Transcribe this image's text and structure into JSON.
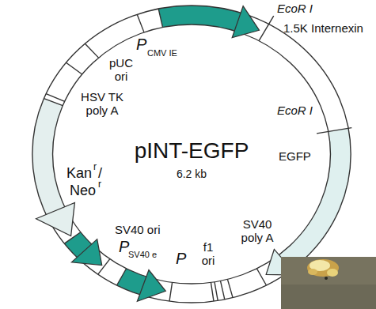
{
  "diagram": {
    "title": "pINT-EGFP",
    "labels": [
      "P",
      "CMV IE",
      "EcoR I",
      "1.5K Internexin",
      "EcoR I",
      "EGFP",
      "pUC ori",
      "HSV TK poly A",
      "6.2 kb",
      "Kan",
      "r",
      "/",
      "Neo",
      "r",
      "SV40 ori",
      "P",
      "SV40",
      "e",
      "SV40 poly A",
      "P",
      "f1 ori"
    ]
  }
}
